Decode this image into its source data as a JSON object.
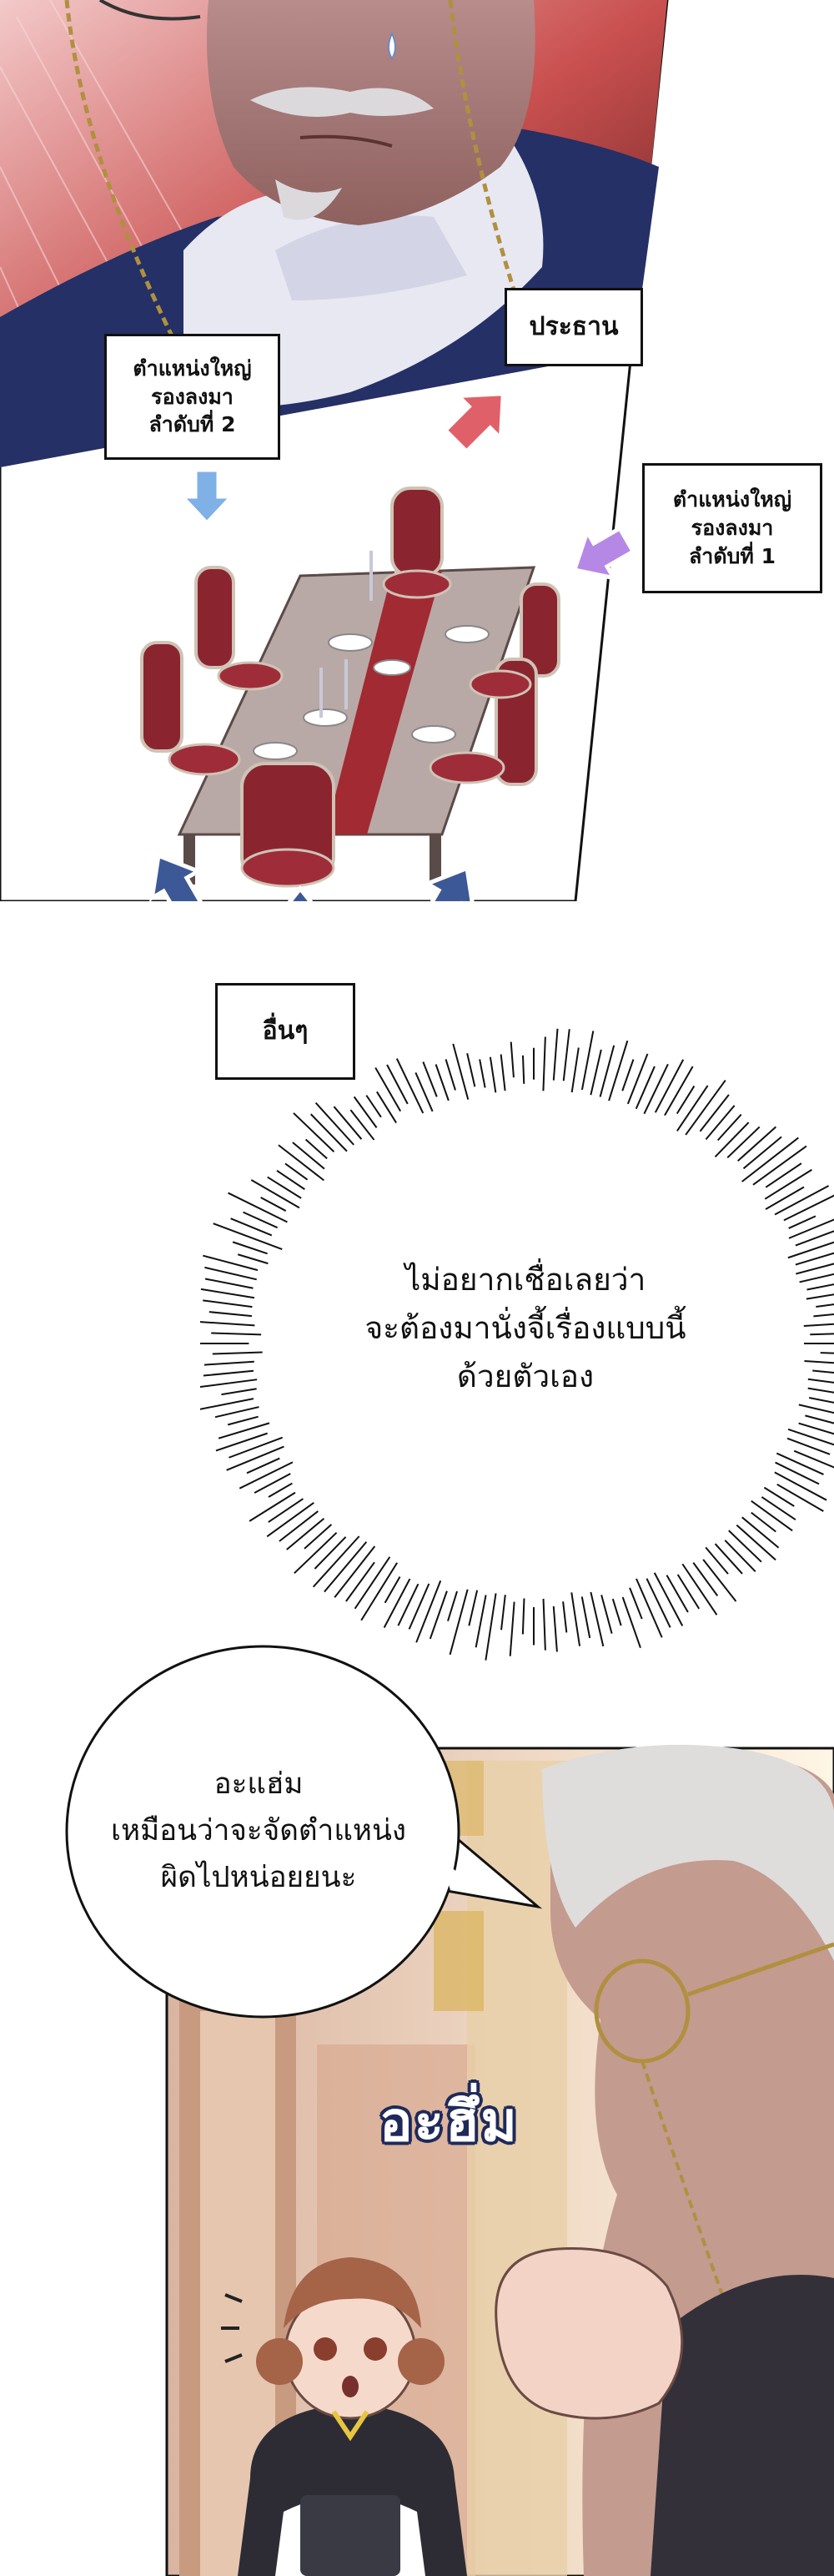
{
  "panel1": {
    "labels": {
      "president": "ประธาน",
      "vice2": [
        "ตำแหน่งใหญ่",
        "รองลงมา",
        "ลำดับที่ 2"
      ],
      "vice1": [
        "ตำแหน่งใหญ่",
        "รองลงมา",
        "ลำดับที่ 1"
      ],
      "others": "อื่นๆ"
    }
  },
  "burst": {
    "lines": [
      "ไม่อยากเชื่อเลยว่า",
      "จะต้องมานั่งจี้เรื่องแบบนี้",
      "ด้วยตัวเอง"
    ]
  },
  "panel2": {
    "speech": [
      "อะแฮ่ม",
      "เหมือนว่าจะจัดตำแหน่ง",
      "ผิดไปหน่อยยนะ"
    ],
    "sfx": "อะฮึ่ม"
  },
  "colors": {
    "arrow_red": "#e0606a",
    "arrow_blue": "#7fb0e6",
    "arrow_purple": "#b688e6",
    "arrow_navy": "#3d5896",
    "table_runner": "#a22a32",
    "chair_red": "#8a2530"
  }
}
